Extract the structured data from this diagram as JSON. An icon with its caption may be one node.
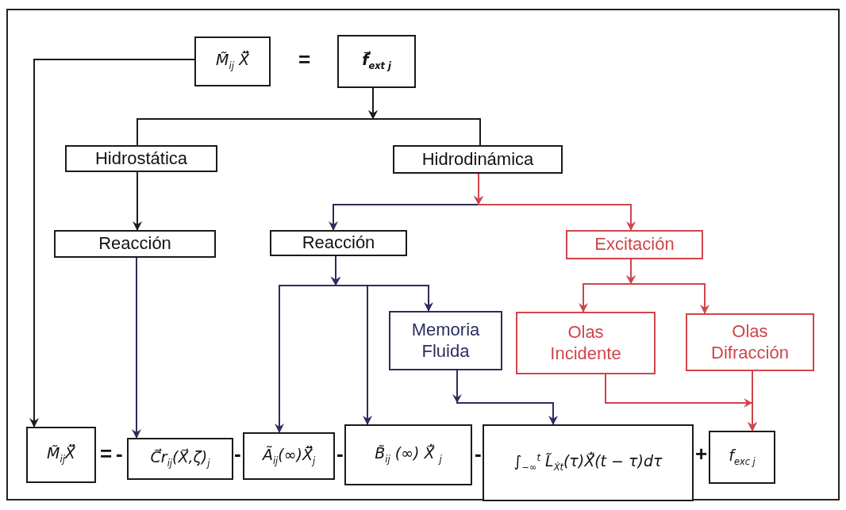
{
  "diagram": {
    "nodes": [
      {
        "text": [
          "M̃$_{ij}$ X⃗̈"
        ]
      },
      {
        "text": [
          "f⃗$_{ext j}$"
        ]
      },
      {
        "text": [
          "Hidrostática"
        ]
      },
      {
        "text": [
          "Hidrodinámica"
        ]
      },
      {
        "text": [
          "Reacción"
        ]
      },
      {
        "text": [
          "Reacción"
        ]
      },
      {
        "text": [
          "Excitación"
        ]
      },
      {
        "text": [
          "Memoria Fluida"
        ]
      },
      {
        "text": [
          "Olas Incidente"
        ]
      },
      {
        "text": [
          "Olas Difracción"
        ]
      },
      {
        "text": [
          "M̃$_{ij}$X⃗̈"
        ]
      },
      {
        "text": [
          "C⃗r$_{ij}$(X⃗,ζ)$_{j}$"
        ]
      },
      {
        "text": [
          "Ã$_{ij}$(∞)X⃗̈$_{j}$"
        ]
      },
      {
        "text": [
          "B̃$_{ij}$ (∞) X⃗̇ $_{j}$"
        ]
      },
      {
        "text": [
          "∫$_{−∞}$$^{t}$ L̃$_{Ẋt}$(τ)X⃗̇(t − τ)dτ"
        ]
      },
      {
        "text": [
          "f$_{exc j}$"
        ]
      }
    ],
    "edges": [
      {
        "from": 0,
        "to": 10,
        "arrow": "to"
      },
      {
        "from": 1,
        "to": 2,
        "arrow": "to"
      },
      {
        "from": 1,
        "to": 3,
        "arrow": "to"
      },
      {
        "from": 2,
        "to": 4,
        "arrow": "to"
      },
      {
        "from": 3,
        "to": 5,
        "arrow": "to",
        "color": "#2b2d5c"
      },
      {
        "from": 3,
        "to": 6,
        "arrow": "to",
        "color": "#d0454a"
      },
      {
        "from": 4,
        "to": 11,
        "arrow": "to",
        "color": "#2b2d5c"
      },
      {
        "from": 5,
        "to": 12,
        "arrow": "to",
        "color": "#2b2d5c"
      },
      {
        "from": 5,
        "to": 13,
        "arrow": "to",
        "color": "#2b2d5c"
      },
      {
        "from": 5,
        "to": 7,
        "arrow": "to",
        "color": "#2b2d5c"
      },
      {
        "from": 6,
        "to": 8,
        "arrow": "to",
        "color": "#d0454a"
      },
      {
        "from": 6,
        "to": 9,
        "arrow": "to",
        "color": "#d0454a"
      },
      {
        "from": 7,
        "to": 14,
        "arrow": "to",
        "color": "#2b2d5c"
      },
      {
        "from": 8,
        "to": 15,
        "arrow": "to",
        "color": "#d0454a"
      },
      {
        "from": 9,
        "to": 15,
        "arrow": "to",
        "color": "#d0454a"
      }
    ],
    "labels": [
      "=",
      "=",
      "-",
      "-",
      "-",
      "-",
      "+"
    ]
  }
}
